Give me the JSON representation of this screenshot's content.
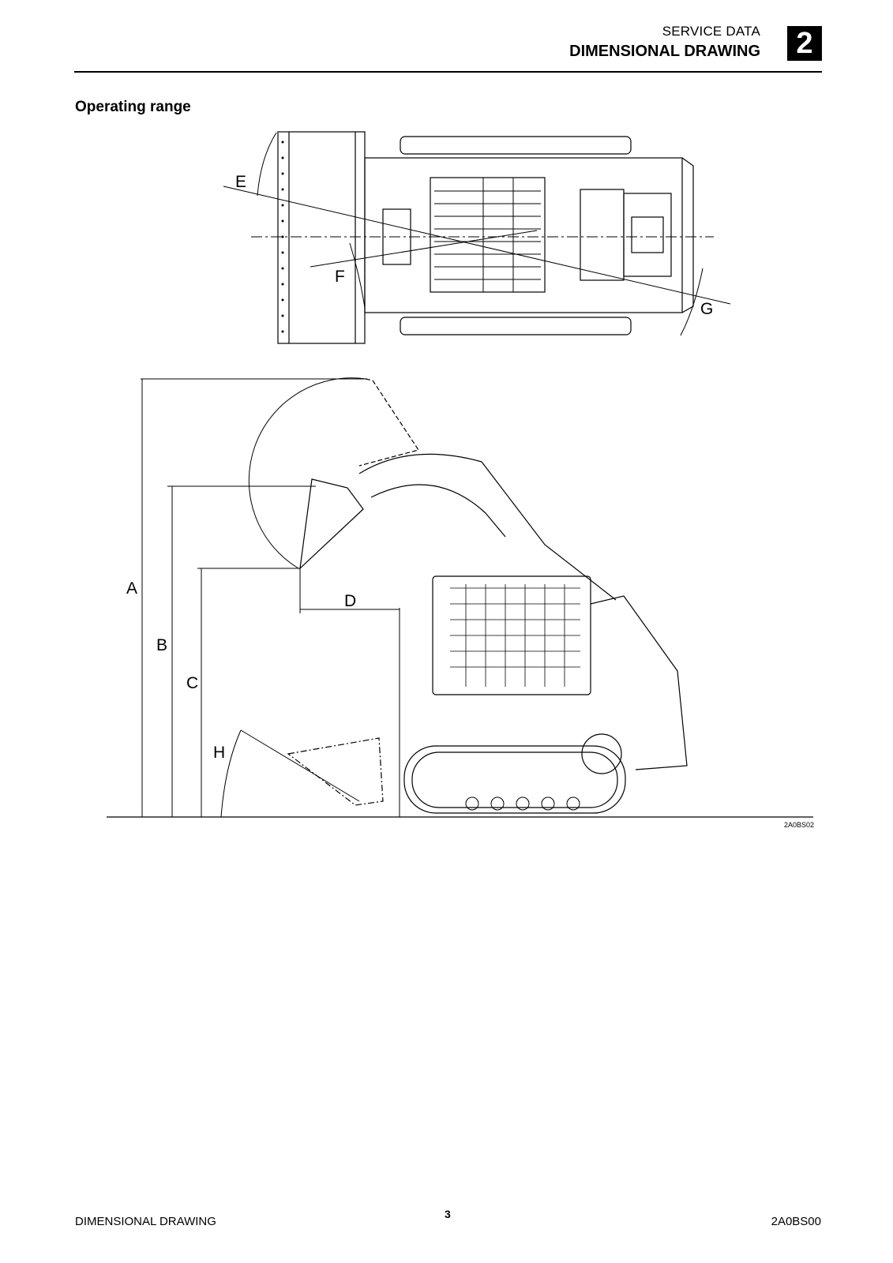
{
  "header": {
    "section": "SERVICE DATA",
    "title": "DIMENSIONAL DRAWING",
    "chapter_number": "2"
  },
  "content": {
    "section_title": "Operating range",
    "figure": {
      "code": "2A0BS02",
      "top_view_labels": [
        "E",
        "F",
        "G"
      ],
      "side_view_labels": [
        "A",
        "B",
        "C",
        "D",
        "H"
      ]
    }
  },
  "footer": {
    "left": "DIMENSIONAL DRAWING",
    "page_number": "3",
    "right": "2A0BS00"
  }
}
